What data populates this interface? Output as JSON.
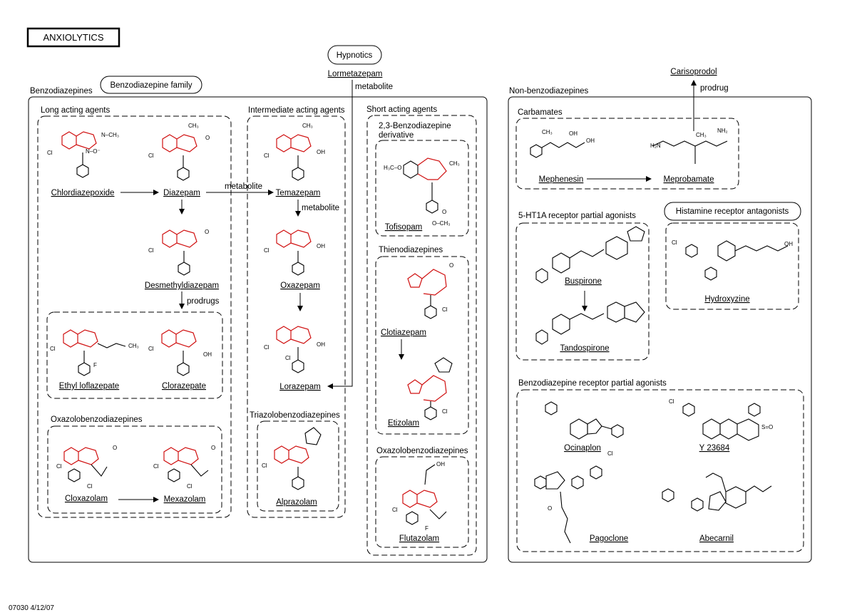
{
  "title": "ANXIOLYTICS",
  "footer": "07030 4/12/07",
  "groups": {
    "benzodiazepines": "Benzodiazepines",
    "benzodiazepine_family": "Benzodiazepine family",
    "hypnotics": "Hypnotics",
    "long_acting": "Long acting agents",
    "intermediate_acting": "Intermediate acting agents",
    "short_acting": "Short acting agents",
    "benzodiazepine_23": "2,3-Benzodiazepine",
    "derivative": "derivative",
    "thienodiazepines": "Thienodiazepines",
    "oxazolo_short": "Oxazolobenzodiazepines",
    "oxazolo_long": "Oxazolobenzodiazepines",
    "triazolo": "Triazolobenzodiazepines",
    "non_benzodiazepines": "Non-benzodiazepines",
    "carbamates": "Carbamates",
    "ht1a": "5-HT1A receptor partial agonists",
    "histamine": "Histamine receptor antagonists",
    "bzd_partial": "Benzodiazepine receptor partial agonists"
  },
  "drugs": {
    "chlordiazepoxide": "Chlordiazepoxide",
    "diazepam": "Diazepam",
    "temazepam": "Temazepam",
    "desmethyldiazepam": "Desmethyldiazepam",
    "oxazepam": "Oxazepam",
    "ethyl_loflazepate": "Ethyl loflazepate",
    "clorazepate": "Clorazepate",
    "lorazepam": "Lorazepam",
    "lormetazepam": "Lormetazepam",
    "cloxazolam": "Cloxazolam",
    "mexazolam": "Mexazolam",
    "alprazolam": "Alprazolam",
    "tofisopam": "Tofisopam",
    "clotiazepam": "Clotiazepam",
    "etizolam": "Etizolam",
    "flutazolam": "Flutazolam",
    "carisoprodol": "Carisoprodol",
    "mephenesin": "Mephenesin",
    "meprobamate": "Meprobamate",
    "buspirone": "Buspirone",
    "tandospirone": "Tandospirone",
    "hydroxyzine": "Hydroxyzine",
    "ocinaplon": "Ocinaplon",
    "y23684": "Y 23684",
    "pagoclone": "Pagoclone",
    "abecarnil": "Abecarnil"
  },
  "relations": {
    "metabolite_1": "metabolite",
    "metabolite_2": "metabolite",
    "metabolite_3": "metabolite",
    "prodrugs": "prodrugs",
    "prodrug": "prodrug"
  },
  "colors": {
    "benzodiazepine_core": "#d01010",
    "line": "#000000"
  }
}
